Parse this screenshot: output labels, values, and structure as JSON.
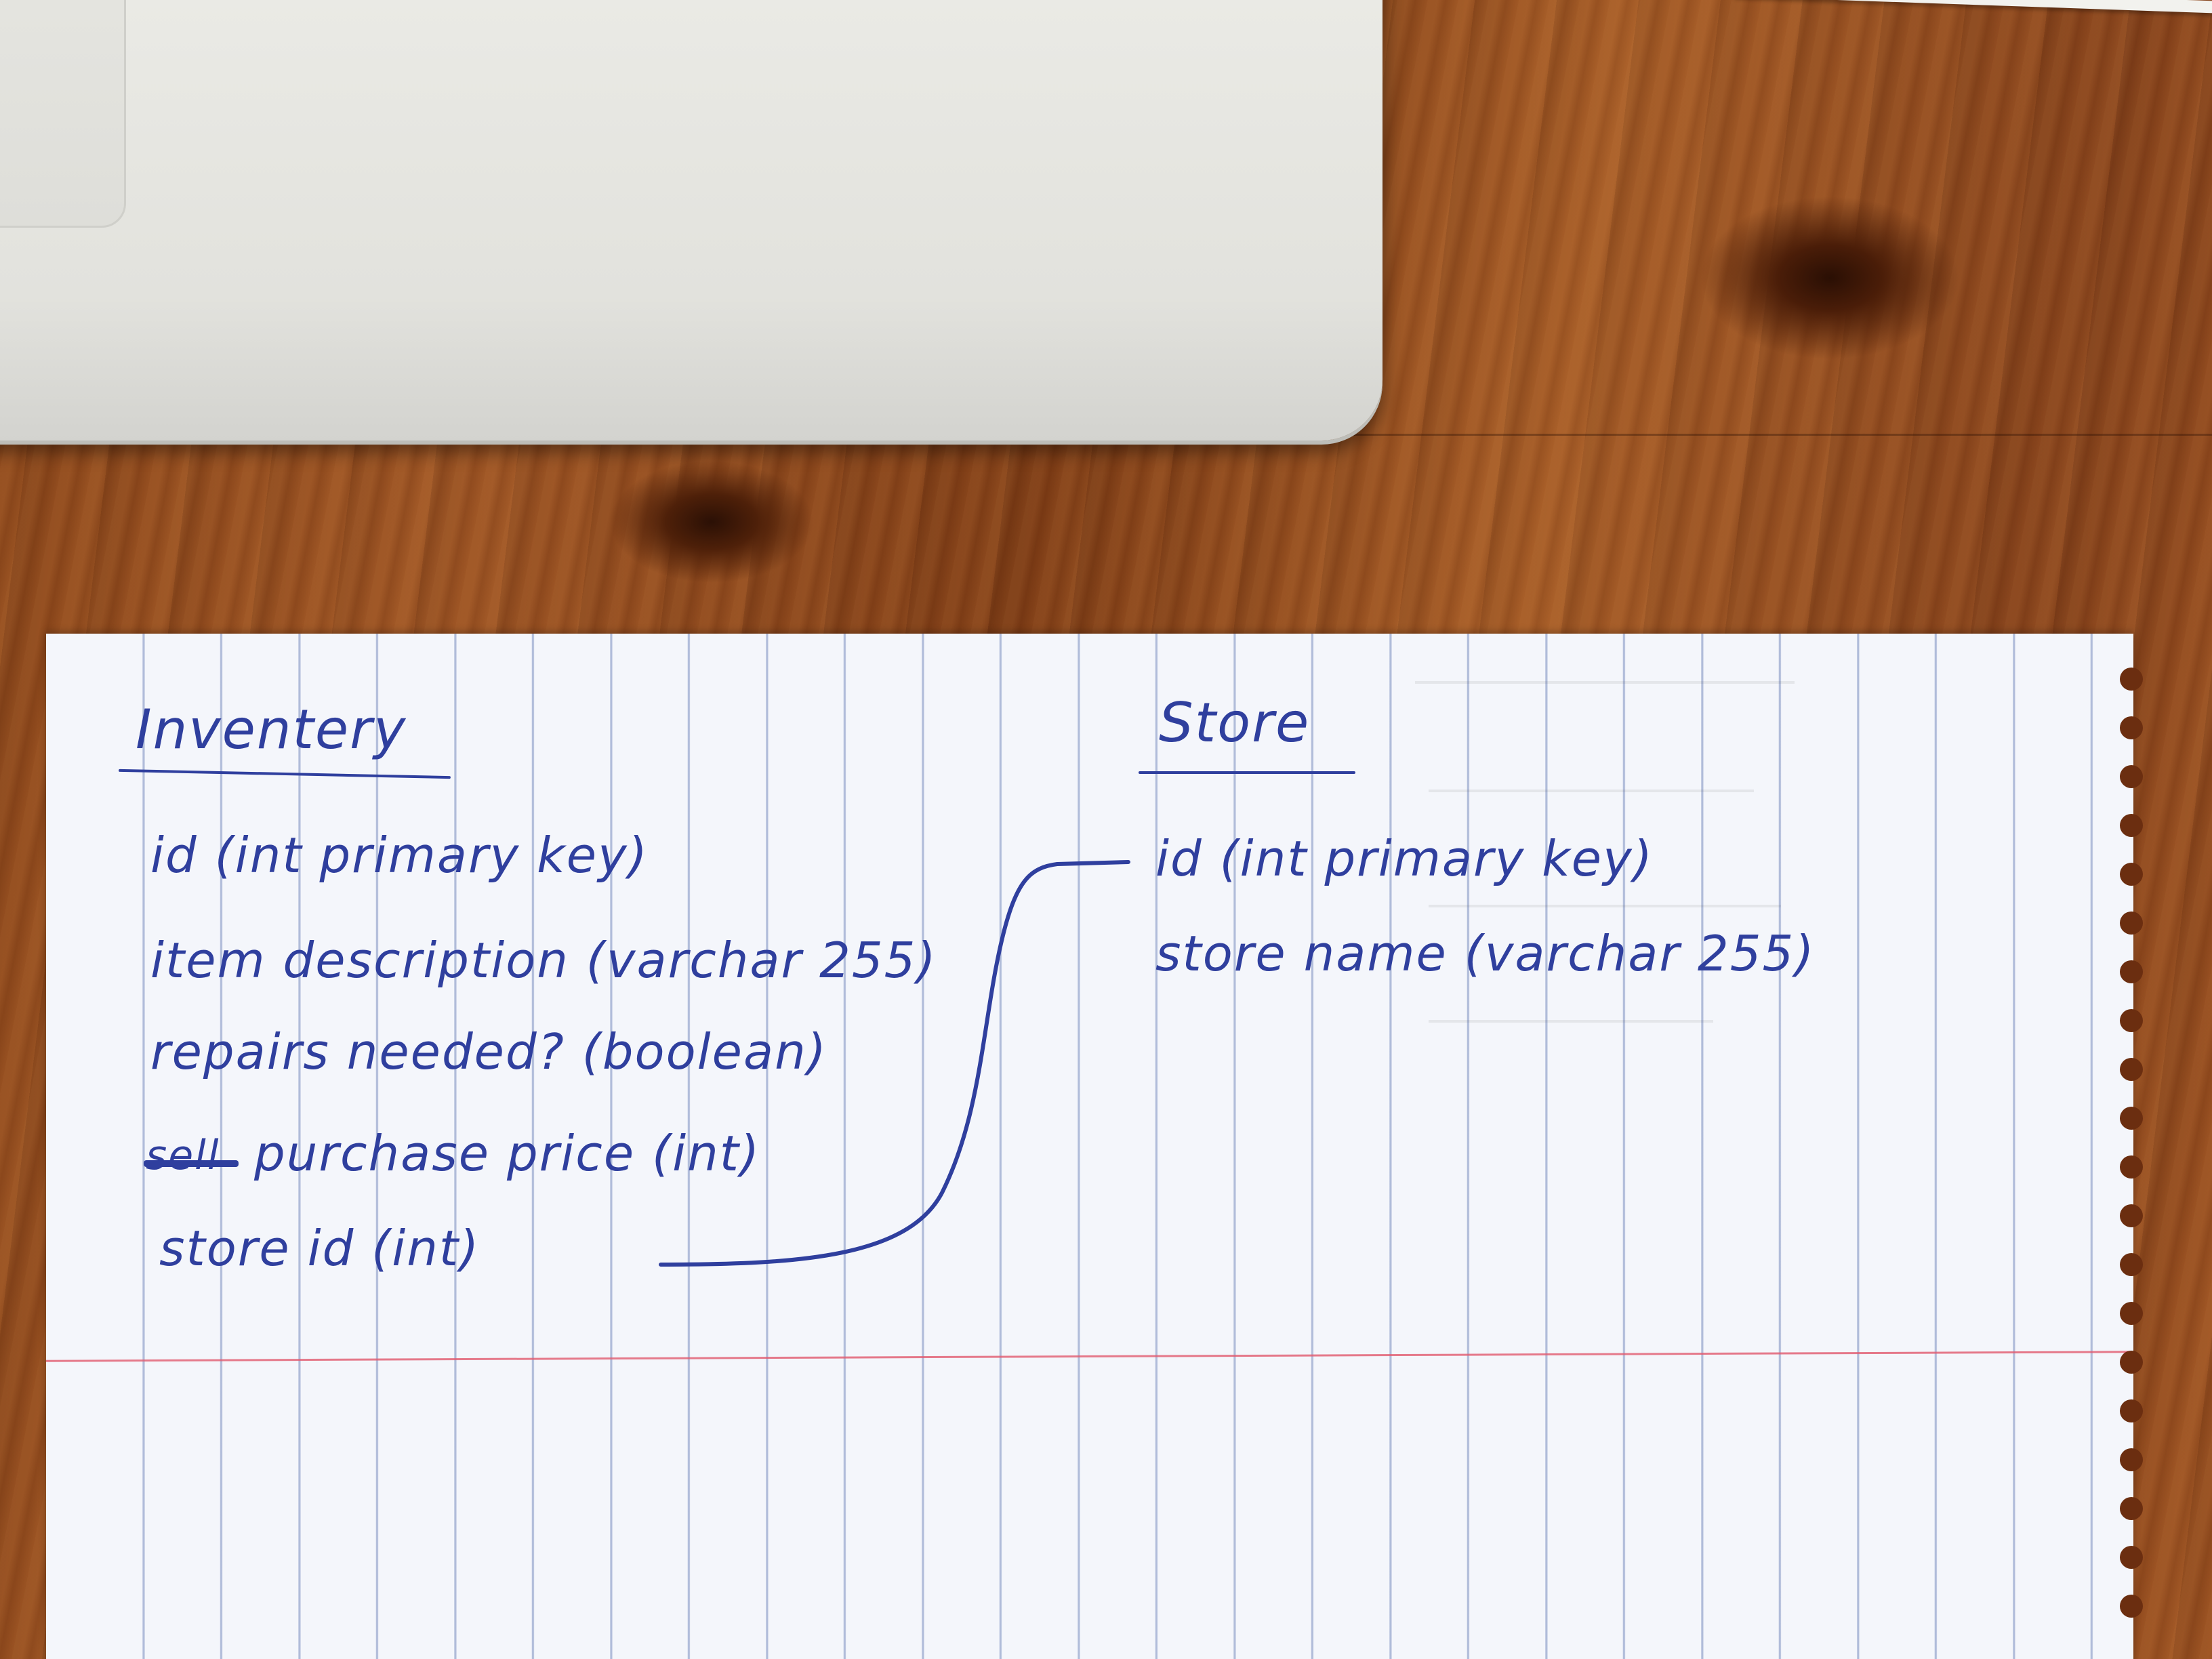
{
  "tables": [
    {
      "title": "Inventery",
      "fields": [
        "id (int primary key)",
        "item description (varchar 255)",
        "repairs needed? (boolean)",
        "purchase price (int)",
        "store id (int)"
      ],
      "crossed_out": "sell"
    },
    {
      "title": "Store",
      "fields": [
        "id (int primary key)",
        "store name (varchar 255)"
      ]
    }
  ],
  "colors": {
    "ink": "#2f3f9e",
    "paper": "#f4f6fb",
    "rule_lines": "#788cbe",
    "margin_line": "#e15a6e",
    "wood": "#8a4519",
    "laptop": "#e6e6e1"
  }
}
